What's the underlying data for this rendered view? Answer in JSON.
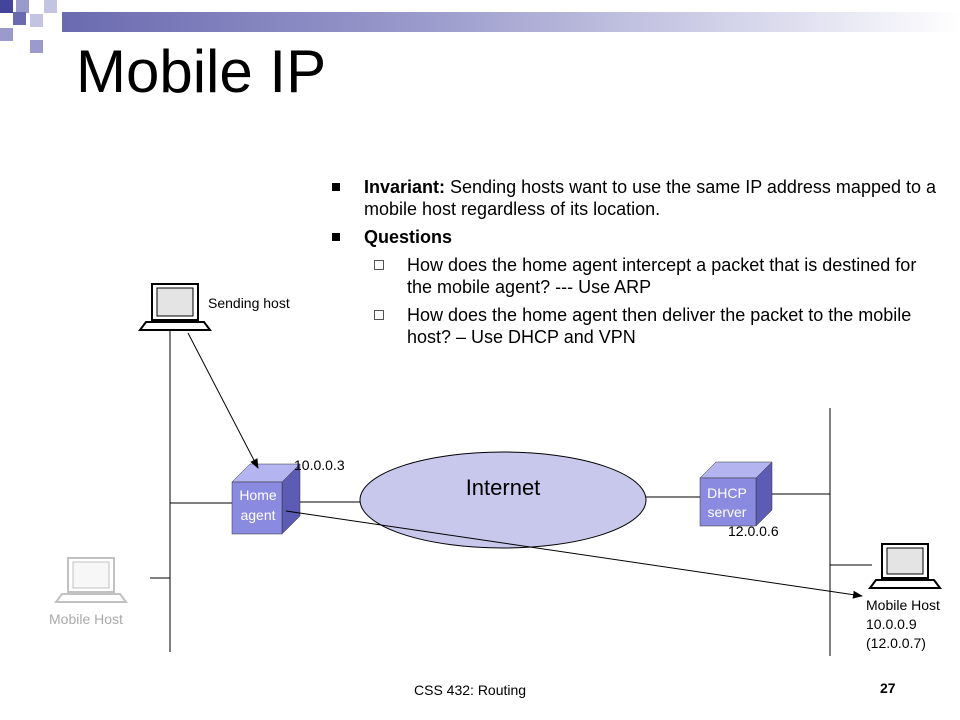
{
  "slide": {
    "title": "Mobile IP",
    "footer": "CSS 432: Routing",
    "page_number": "27"
  },
  "bullets": {
    "invariant_label": "Invariant:",
    "invariant_text": " Sending hosts want to use the same IP address mapped to a mobile host regardless of its location.",
    "questions_label": "Questions",
    "sub": [
      "How does the home agent intercept a packet that is destined for the mobile agent? --- Use ARP",
      "How does the home agent then deliver the packet to the mobile host? – Use DHCP and VPN"
    ]
  },
  "diagram": {
    "sending_host": "Sending host",
    "home_agent_line1": "Home",
    "home_agent_line2": "agent",
    "home_agent_ip": "10.0.0.3",
    "internet": "Internet",
    "dhcp_line1": "DHCP",
    "dhcp_line2": "server",
    "dhcp_ip": "12.0.0.6",
    "mobile_host_old": "Mobile Host",
    "mobile_host_new": "Mobile Host",
    "mobile_host_ip": "10.0.0.9",
    "mobile_host_new_ip": "(12.0.0.7)"
  },
  "colors": {
    "accent": "#7b7bcc",
    "cube_front": "#8a8ae0",
    "cube_top": "#b4b4f0",
    "cube_side": "#5c5cb4",
    "internet_fill": "#c8c8ec",
    "ghost": "#b0b0b0"
  }
}
